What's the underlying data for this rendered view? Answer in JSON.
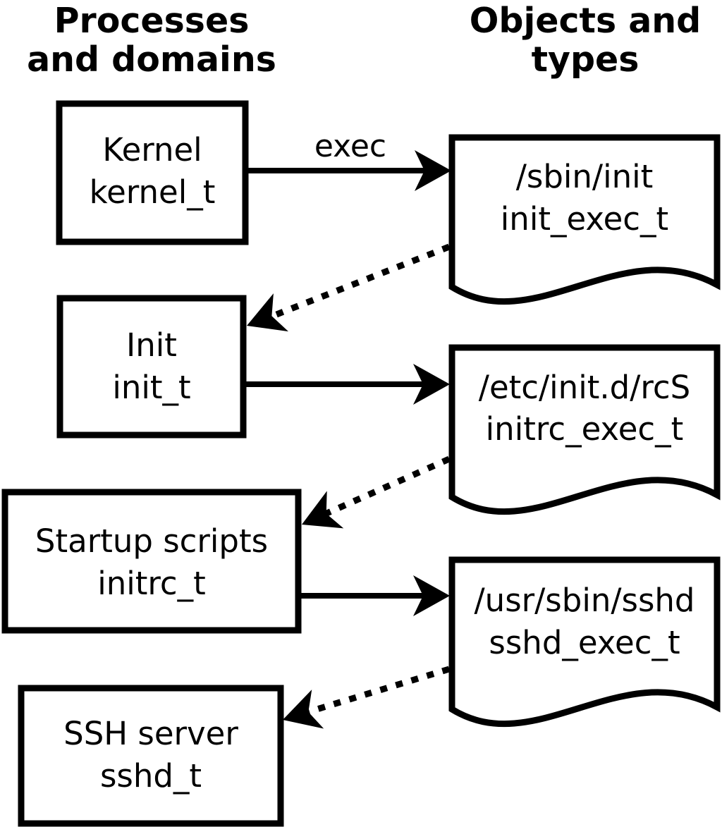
{
  "page": {
    "background_color": "#ffffff",
    "foreground_color": "#000000"
  },
  "headers": {
    "left": {
      "line1": "Processes",
      "line2": "and domains"
    },
    "right": {
      "line1": "Objects and",
      "line2": "types"
    }
  },
  "processes": [
    {
      "label": "Kernel",
      "type": "kernel_t"
    },
    {
      "label": "Init",
      "type": "init_t"
    },
    {
      "label": "Startup scripts",
      "type": "initrc_t"
    },
    {
      "label": "SSH server",
      "type": "sshd_t"
    }
  ],
  "objects": [
    {
      "path": "/sbin/init",
      "type": "init_exec_t"
    },
    {
      "path": "/etc/init.d/rcS",
      "type": "initrc_exec_t"
    },
    {
      "path": "/usr/sbin/sshd",
      "type": "sshd_exec_t"
    }
  ],
  "labels": {
    "exec_arrow": "exec"
  }
}
